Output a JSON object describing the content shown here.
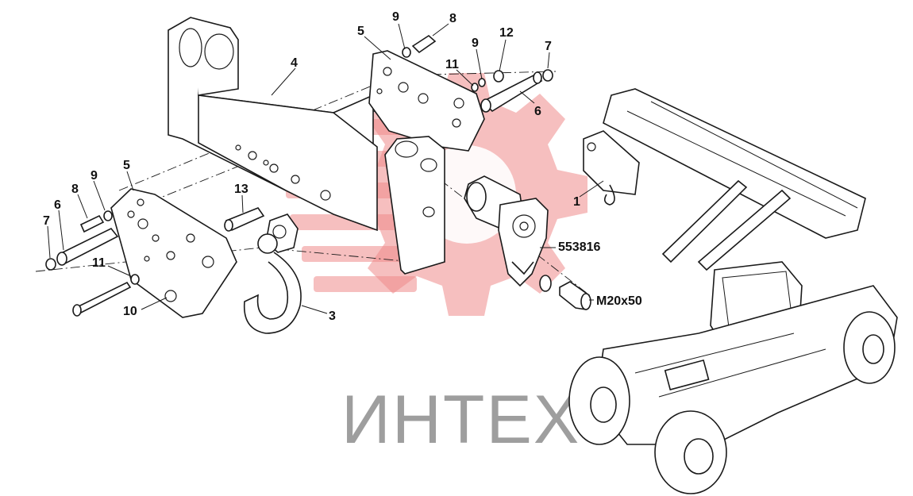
{
  "watermark": {
    "brand_text": "ИНТЕХ",
    "gear_color": "#ef8a8a",
    "text_color": "#9e9e9e"
  },
  "callouts": {
    "c1": "1",
    "c3": "3",
    "c4": "4",
    "c5_top": "5",
    "c5_left": "5",
    "c6_top": "6",
    "c6_left": "6",
    "c7_top": "7",
    "c7_left": "7",
    "c8_top": "8",
    "c8_left": "8",
    "c9_top": "9",
    "c9_mid": "9",
    "c9_left": "9",
    "c10": "10",
    "c11_top": "11",
    "c11_left": "11",
    "c12": "12",
    "c13": "13",
    "part_number": "553816",
    "bolt_size": "M20x50"
  },
  "colors": {
    "line": "#1a1a1a",
    "background": "#ffffff"
  }
}
